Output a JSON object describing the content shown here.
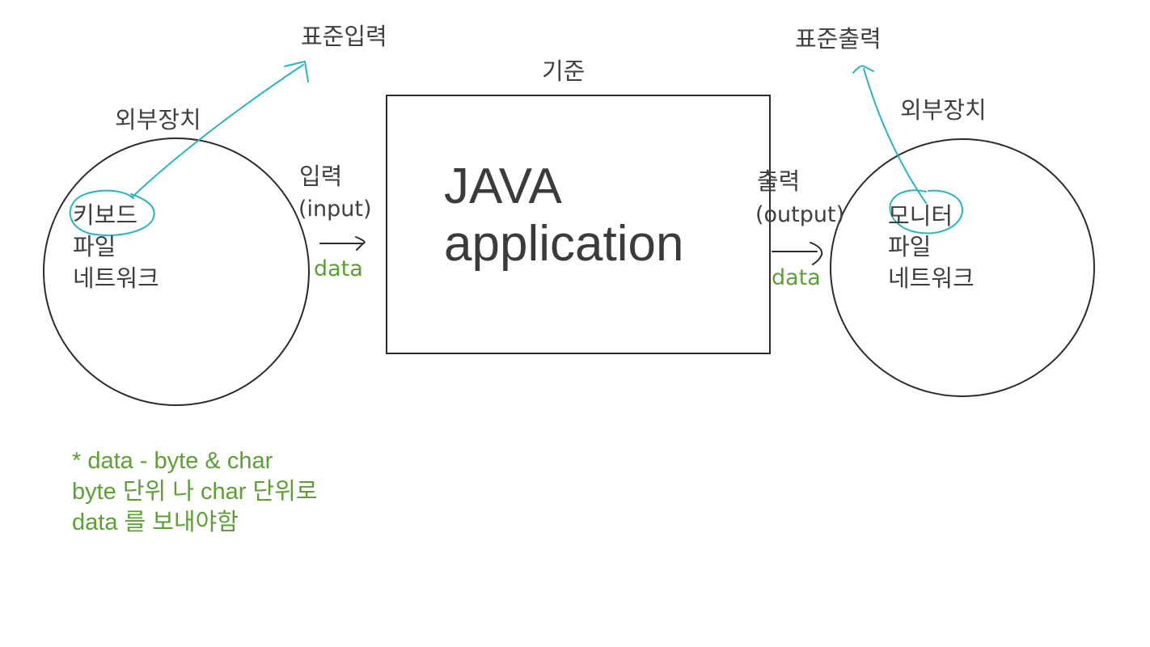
{
  "diagram": {
    "center_title": "기준",
    "app_line1": "JAVA",
    "app_line2": "application",
    "input": {
      "label_ko": "입력",
      "label_en": "(input)",
      "data_label": "data"
    },
    "output": {
      "label_ko": "출력",
      "label_en": "(output)",
      "data_label": "data"
    },
    "left_device": {
      "title": "외부장치",
      "items": [
        "키보드",
        "파일",
        "네트워크"
      ],
      "annotation": "표준입력"
    },
    "right_device": {
      "title": "외부장치",
      "items": [
        "모니터",
        "파일",
        "네트워크"
      ],
      "annotation": "표준출력"
    },
    "note": {
      "line1": "* data - byte & char",
      "line2": "byte 단위 나 char 단위로",
      "line3": "data 를 보내야함"
    }
  },
  "colors": {
    "ink": "#2b2b2b",
    "text": "#3f3f3f",
    "data_green": "#5d9e35",
    "annotation_teal": "#2bb3c0"
  }
}
